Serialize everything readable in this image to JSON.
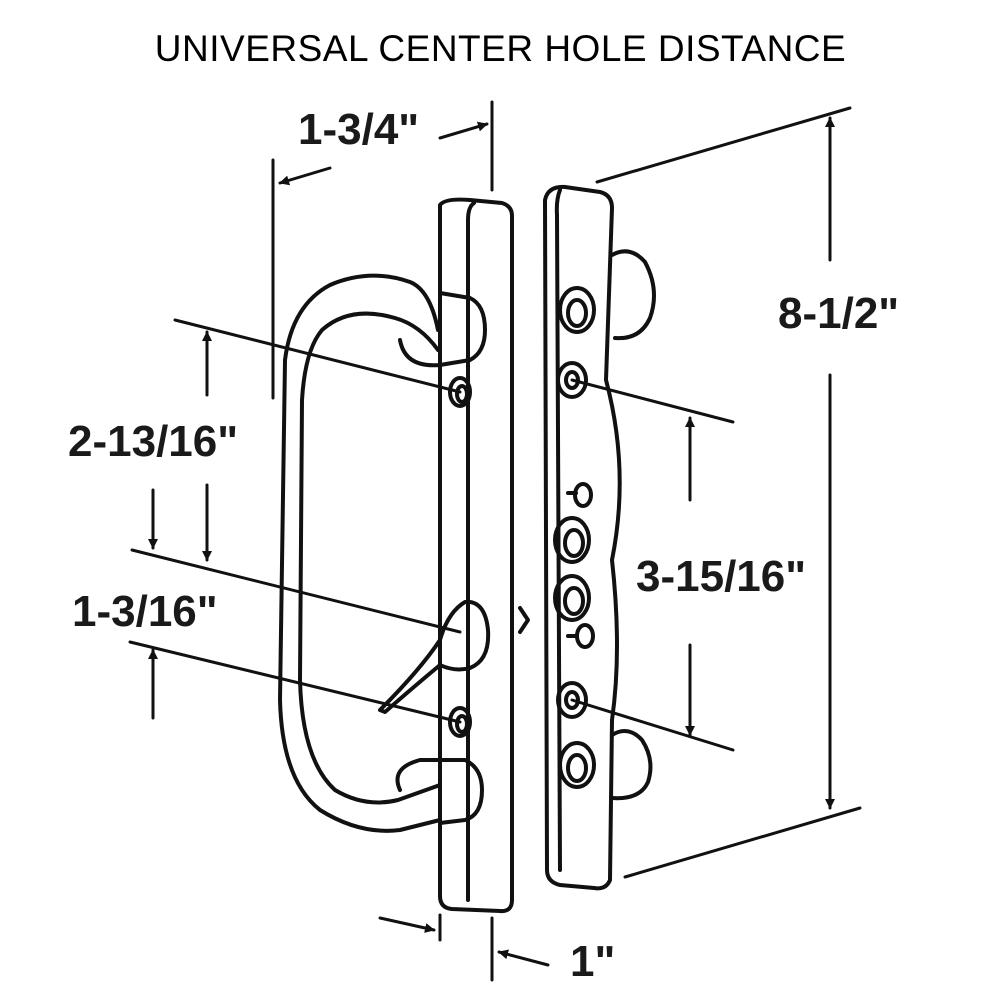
{
  "title": "UNIVERSAL CENTER HOLE DISTANCE",
  "dimensions": {
    "handle_depth": "1-3/4\"",
    "hole_spacing_handle": "2-13/16\"",
    "lever_offset": "1-3/16\"",
    "hole_spacing_plate": "3-15/16\"",
    "overall_height": "8-1/2\"",
    "plate_width": "1\""
  }
}
